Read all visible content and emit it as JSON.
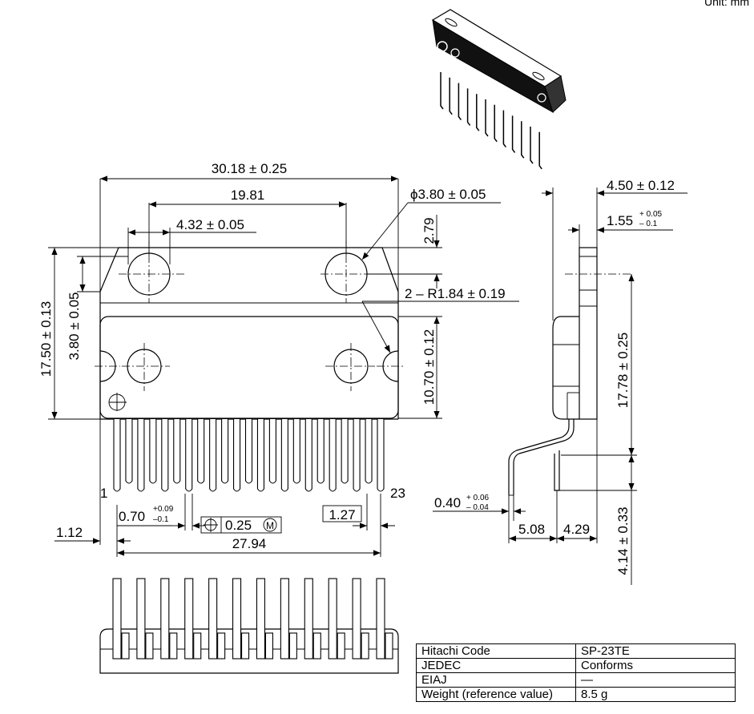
{
  "unit_label": "Unit: mm",
  "front_view": {
    "overall_width": "30.18 ± 0.25",
    "hole_pitch": "19.81",
    "hole_offset": "4.32 ± 0.05",
    "hole_diameter": "ϕ3.80 ± 0.05",
    "top_to_hole": "2.79",
    "overall_height": "17.50 ± 0.13",
    "hole_to_edge": "3.80 ± 0.05",
    "corner_radius": "2 – R1.84 ± 0.19",
    "body_height": "10.70 ± 0.12",
    "pin_first": "1",
    "pin_last": "23",
    "pin_width": "0.70",
    "pin_width_tol_plus": "+0.09",
    "pin_width_tol_minus": "–0.1",
    "position_tol": "0.25",
    "position_tol_modifier": "M",
    "pin_pitch": "1.27",
    "edge_to_pin1": "1.12",
    "pin_span": "27.94"
  },
  "side_view": {
    "overall_thickness": "4.50 ± 0.12",
    "tab_thickness": "1.55",
    "tab_tol_plus": "+ 0.05",
    "tab_tol_minus": "– 0.1",
    "hole_to_lead_bend": "17.78 ± 0.25",
    "lead_thickness": "0.40",
    "lead_tol_plus": "+ 0.06",
    "lead_tol_minus": "– 0.04",
    "lead_row_pitch": "5.08",
    "lead_to_body": "4.29",
    "lead_length": "4.14 ± 0.33"
  },
  "spec_table": [
    {
      "key": "Hitachi Code",
      "value": "SP-23TE"
    },
    {
      "key": "JEDEC",
      "value": "Conforms"
    },
    {
      "key": "EIAJ",
      "value": "—"
    },
    {
      "key": "Weight (reference value)",
      "value": "8.5 g"
    }
  ]
}
